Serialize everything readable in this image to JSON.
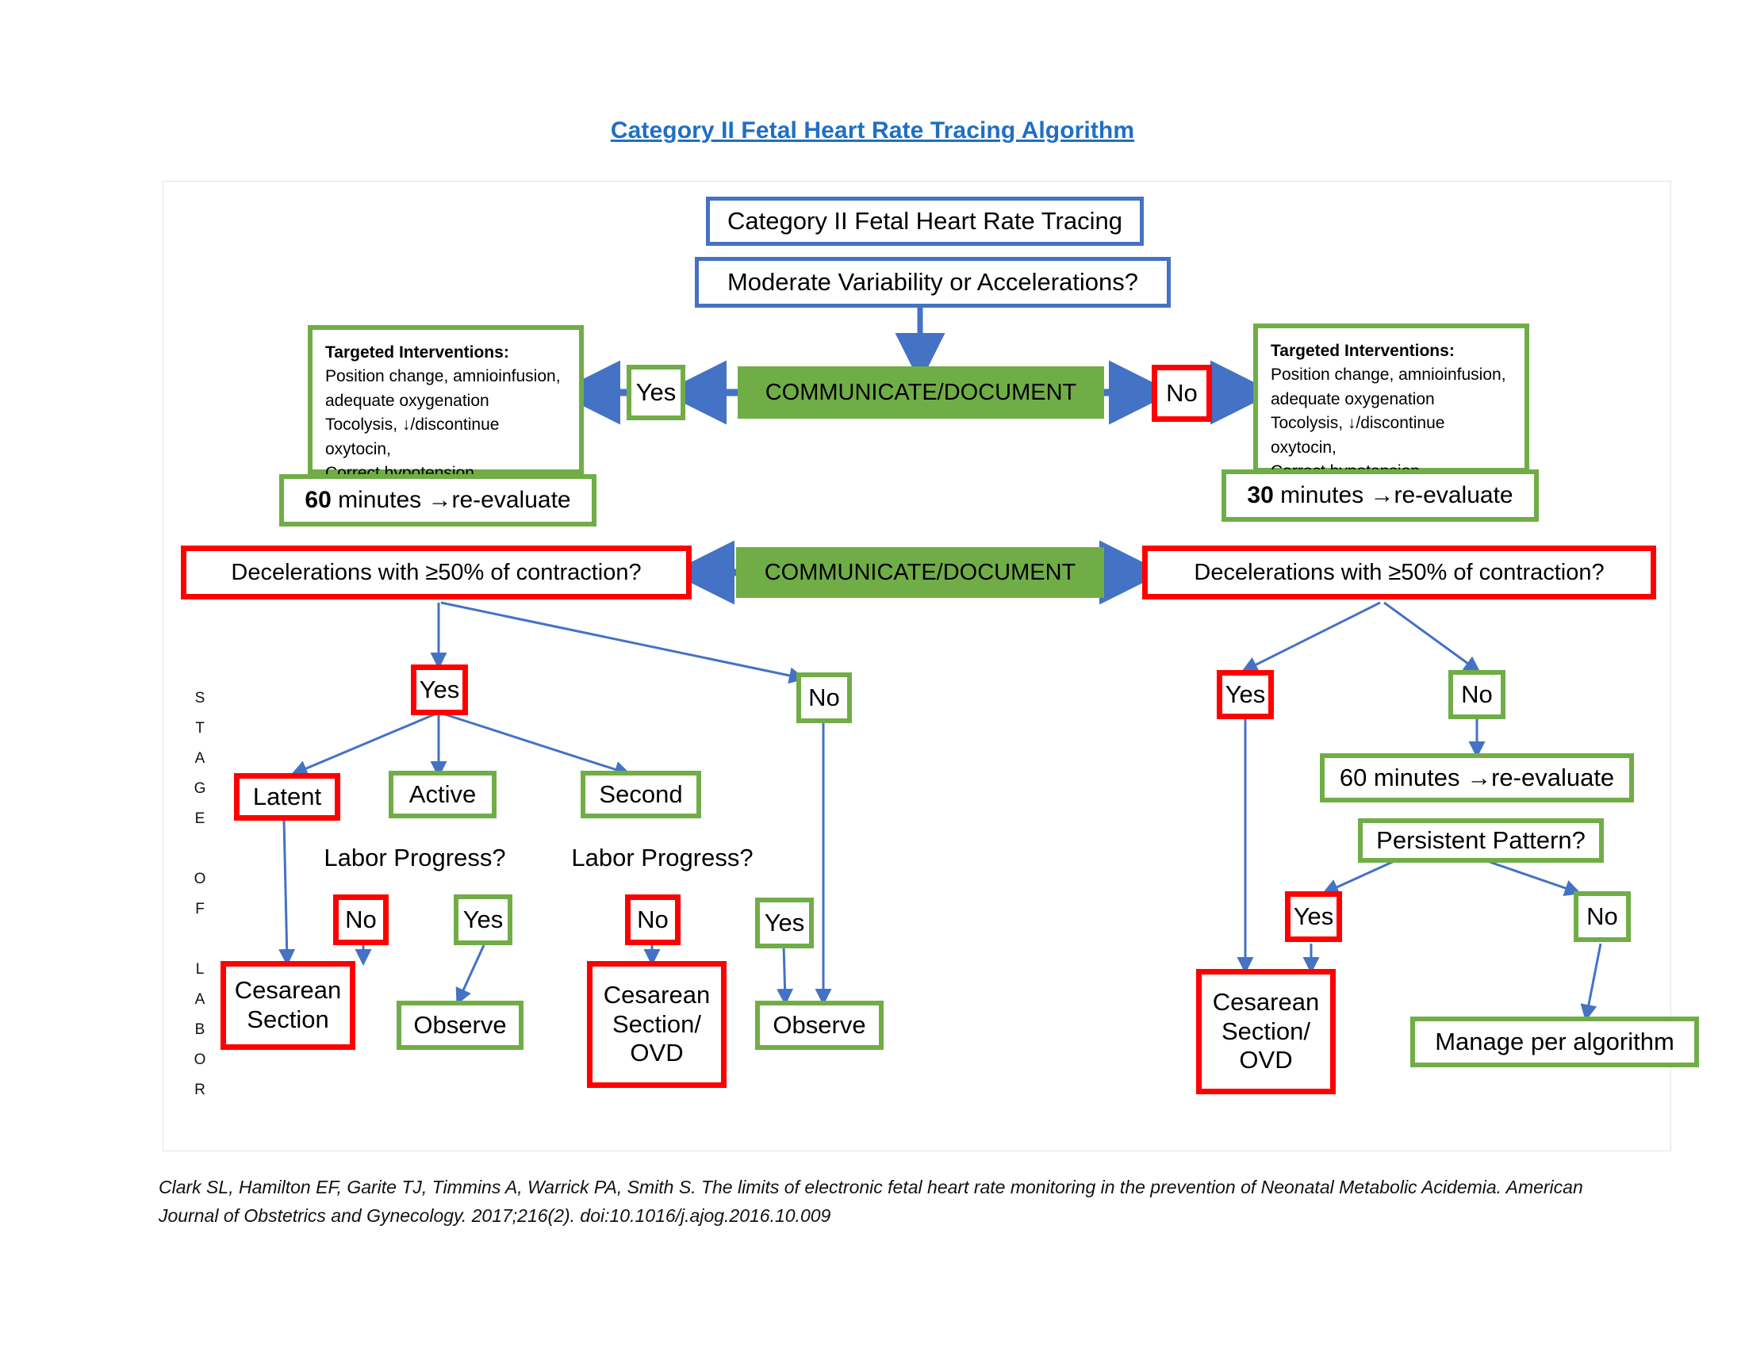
{
  "page": {
    "title": "Category II Fetal Heart Rate Tracing Algorithm",
    "citation": "Clark SL, Hamilton EF, Garite TJ, Timmins A, Warrick PA, Smith S. The limits of electronic fetal heart rate monitoring in the prevention of Neonatal Metabolic Acidemia. American Journal of Obstetrics and Gynecology. 2017;216(2). doi:10.1016/j.ajog.2016.10.009"
  },
  "colors": {
    "title_blue": "#1F6FC4",
    "border_blue": "#4472C4",
    "border_green": "#70AD47",
    "fill_green": "#70AD47",
    "border_red": "#FF0000",
    "arrow_blue": "#4472C4"
  },
  "axis_label": {
    "lines": [
      "S",
      "T",
      "A",
      "G",
      "E",
      "",
      "O",
      "F",
      "",
      "L",
      "A",
      "B",
      "O",
      "R"
    ],
    "text": "STAGE OF LABOR"
  },
  "nodes": {
    "root": "Category II Fetal Heart Rate Tracing",
    "question_top": "Moderate Variability or Accelerations?",
    "communicate_1": "COMMUNICATE/DOCUMENT",
    "communicate_2": "COMMUNICATE/DOCUMENT",
    "yes_top": "Yes",
    "no_top": "No",
    "interventions_left": {
      "heading": "Targeted Interventions:",
      "line1": "Position change, amnioinfusion,",
      "line2": "adequate oxygenation",
      "line3": "Tocolysis, ↓/discontinue oxytocin,",
      "line4": "Correct hypotension"
    },
    "interventions_right": {
      "heading": "Targeted Interventions:",
      "line1": "Position change, amnioinfusion,",
      "line2": "adequate oxygenation",
      "line3": "Tocolysis, ↓/discontinue oxytocin,",
      "line4": "Correct hypotension"
    },
    "reeval_left_minutes": "60",
    "reeval_left_rest": " minutes →re-evaluate",
    "reeval_right_minutes": "30",
    "reeval_right_rest": " minutes →re-evaluate",
    "decel_left": "Decelerations with ≥50% of contraction?",
    "decel_right": "Decelerations with ≥50% of contraction?",
    "left_yes": "Yes",
    "left_no": "No",
    "stage_latent": "Latent",
    "stage_active": "Active",
    "stage_second": "Second",
    "labor_progress_1": "Labor Progress?",
    "labor_progress_2": "Labor Progress?",
    "lp1_no": "No",
    "lp1_yes": "Yes",
    "lp2_no": "No",
    "lp2_yes": "Yes",
    "cesarean_section": "Cesarean Section",
    "observe_1": "Observe",
    "cesarean_ovd_left": "Cesarean Section/ OVD",
    "observe_2": "Observe",
    "right_yes": "Yes",
    "right_no": "No",
    "reeval_right_branch": "60 minutes →re-evaluate",
    "persistent_pattern": "Persistent Pattern?",
    "pp_yes": "Yes",
    "pp_no": "No",
    "cesarean_ovd_right": "Cesarean Section/ OVD",
    "manage_per_algorithm": "Manage per algorithm"
  }
}
